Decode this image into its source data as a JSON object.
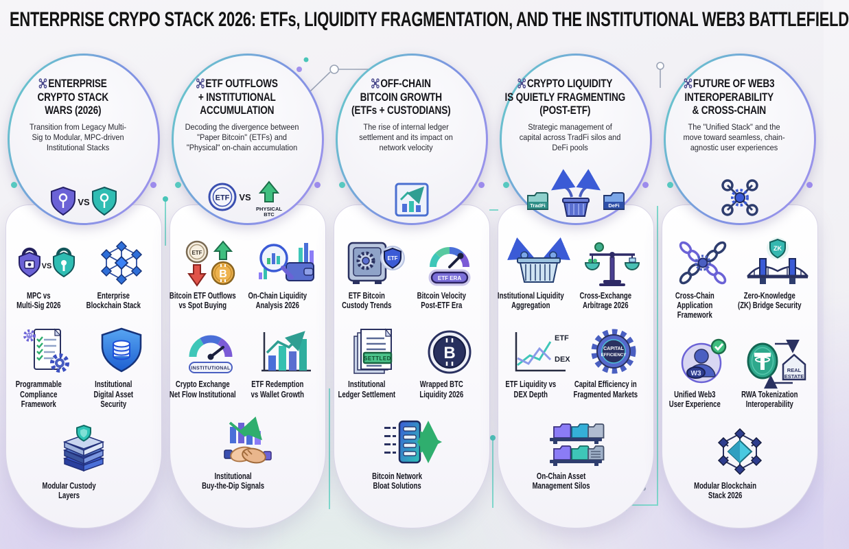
{
  "page_title": "ENTERPRISE CRYPO STACK 2026: ETFs, LIQUIDITY FRAGMENTATION, AND THE INSTITUTIONAL WEB3 BATTLEFIELD",
  "columns": [
    {
      "title": "ENTERPRISE\nCRYPTO STACK\nWARS (2026)",
      "subtitle": "Transition from Legacy Multi-\nSig to Modular, MPC-driven\nInstitutional Stacks",
      "header_badge": {
        "vs": "VS"
      },
      "items": [
        {
          "label": "MPC vs\nMulti-Sig 2026",
          "icon": "shield-lock-vs-shield-lock",
          "icon_text": {
            "vs": "VS"
          }
        },
        {
          "label": "Enterprise\nBlockchain Stack",
          "icon": "blockchain-network"
        },
        {
          "label": "Programmable\nCompliance\nFramework",
          "icon": "compliance-document-gear"
        },
        {
          "label": "Institutional\nDigital Asset\nSecurity",
          "icon": "shield-database"
        },
        {
          "label": "Modular Custody\nLayers",
          "icon": "stacked-layers-shield"
        }
      ]
    },
    {
      "title": "ETF OUTFLOWS\n+ INSTITUTIONAL\nACCUMULATION",
      "subtitle": "Decoding the divergence between\n\"Paper Bitcoin\" (ETFs) and\n\"Physical\" on-chain accumulation",
      "header_badge": {
        "etf": "ETF",
        "vs": "VS",
        "physical_line1": "PHYSICAL",
        "physical_line2": "BTC"
      },
      "items": [
        {
          "label": "Bitcoin ETF Outflows\nvs Spot Buying",
          "icon": "etf-down-btc-up",
          "icon_text": {
            "etf": "ETF",
            "btc": "B"
          }
        },
        {
          "label": "On-Chain Liquidity\nAnalysis 2026",
          "icon": "magnifier-wallet-bars"
        },
        {
          "label": "Crypto Exchange\nNet Flow Institutional",
          "icon": "gauge-institutional",
          "icon_text": {
            "pill": "INSTITUTIONAL"
          }
        },
        {
          "label": "ETF Redemption\nvs Wallet Growth",
          "icon": "bars-trend-up"
        },
        {
          "label": "Institutional\nBuy-the-Dip Signals",
          "icon": "handshake-dip-chart"
        }
      ]
    },
    {
      "title": "OFF-CHAIN\nBITCOIN GROWTH\n(ETFs + CUSTODIANS)",
      "subtitle": "The rise of internal ledger\nsettlement and its impact on\nnetwork velocity",
      "items": [
        {
          "label": "ETF Bitcoin\nCustody Trends",
          "icon": "safe-etf-shield",
          "icon_text": {
            "tag": "ETF"
          }
        },
        {
          "label": "Bitcoin Velocity\nPost-ETF Era",
          "icon": "gauge-etf-era",
          "icon_text": {
            "pill": "ETF ERA"
          }
        },
        {
          "label": "Institutional\nLedger Settlement",
          "icon": "ledger-settled-stamp",
          "icon_text": {
            "stamp": "SETTLED"
          }
        },
        {
          "label": "Wrapped BTC\nLiquidity 2026",
          "icon": "wrapped-btc-coin",
          "icon_text": {
            "btc": "B"
          }
        },
        {
          "label": "Bitcoin Network\nBloat Solutions",
          "icon": "server-flow-arrows"
        }
      ]
    },
    {
      "title": "CRYPTO LIQUIDITY\nIS QUIETLY FRAGMENTING\n(POST-ETF)",
      "subtitle": "Strategic management of\ncapital across TradFi silos and\nDeFi pools",
      "header_badge": {
        "tradfi": "TradFi",
        "defi": "DeFi"
      },
      "items": [
        {
          "label": "Institutional Liquidity\nAggregation",
          "icon": "basket-inflow-arrows"
        },
        {
          "label": "Cross-Exchange\nArbitrage 2026",
          "icon": "balance-scale"
        },
        {
          "label": "ETF Liquidity vs\nDEX Depth",
          "icon": "etf-dex-line-chart",
          "icon_text": {
            "line1": "ETF",
            "line2": "DEX"
          }
        },
        {
          "label": "Capital Efficiency in\nFragmented Markets",
          "icon": "capital-efficiency-gear",
          "icon_text": {
            "word1": "CAPITAL",
            "word2": "EFFICIENCY"
          }
        },
        {
          "label": "On-Chain Asset\nManagement Silos",
          "icon": "folder-shelves"
        }
      ]
    },
    {
      "title": "FUTURE OF WEB3\nINTEROPERABILITY\n& CROSS-CHAIN",
      "subtitle": "The \"Unified Stack\" and the\nmove toward seamless, chain-\nagnostic user experiences",
      "items": [
        {
          "label": "Cross-Chain\nApplication\nFramework",
          "icon": "crossed-chains"
        },
        {
          "label": "Zero-Knowledge\n(ZK) Bridge Security",
          "icon": "zk-bridge",
          "icon_text": {
            "tag": "ZK"
          }
        },
        {
          "label": "Unified Web3\nUser Experience",
          "icon": "web3-user-avatar",
          "icon_text": {
            "tag": "W3"
          }
        },
        {
          "label": "RWA Tokenization\nInteroperability",
          "icon": "token-real-estate",
          "icon_text": {
            "sign1": "REAL",
            "sign2": "ESTATE"
          }
        },
        {
          "label": "Modular Blockchain\nStack 2026",
          "icon": "modular-blockchain-network"
        }
      ]
    }
  ],
  "colors": {
    "accent_teal": "#3ec6b8",
    "accent_blue": "#4a6fd8",
    "accent_purple": "#8b7cf6",
    "ring_gradient_start": "#62cfc7",
    "ring_gradient_end": "#a493ee"
  }
}
